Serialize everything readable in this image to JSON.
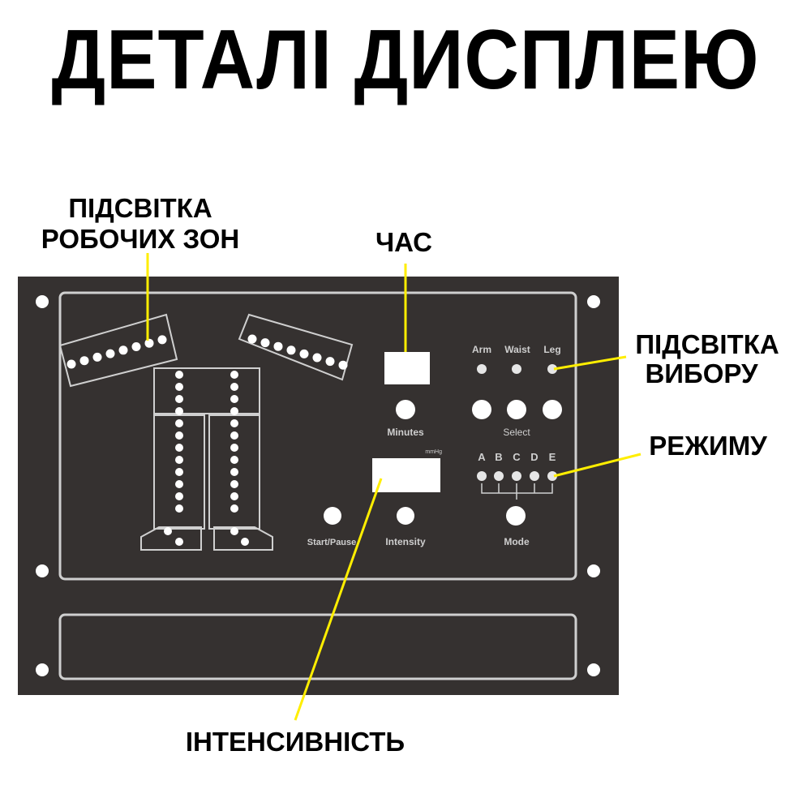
{
  "title": "ДЕТАЛІ ДИСПЛЕЮ",
  "callouts": {
    "zones_line1": "ПІДСВІТКА",
    "zones_line2": "РОБОЧИХ ЗОН",
    "time": "ЧАС",
    "select_line1": "ПІДСВІТКА",
    "select_line2": "ВИБОРУ",
    "mode": "РЕЖИМУ",
    "intensity": "ІНТЕНСИВНІСТЬ"
  },
  "panel": {
    "select_labels": [
      "Arm",
      "Waist",
      "Leg"
    ],
    "minutes_label": "Minutes",
    "select_label": "Select",
    "unit_label": "mmHg",
    "mode_letters": [
      "A",
      "B",
      "C",
      "D",
      "E"
    ],
    "start_label": "Start/Pause",
    "intensity_label": "Intensity",
    "mode_label": "Mode"
  },
  "colors": {
    "panel": "#353130",
    "outline": "#cfcfcf",
    "led": "#ffffff",
    "callout_line": "#ffee00",
    "text": "#000000"
  }
}
